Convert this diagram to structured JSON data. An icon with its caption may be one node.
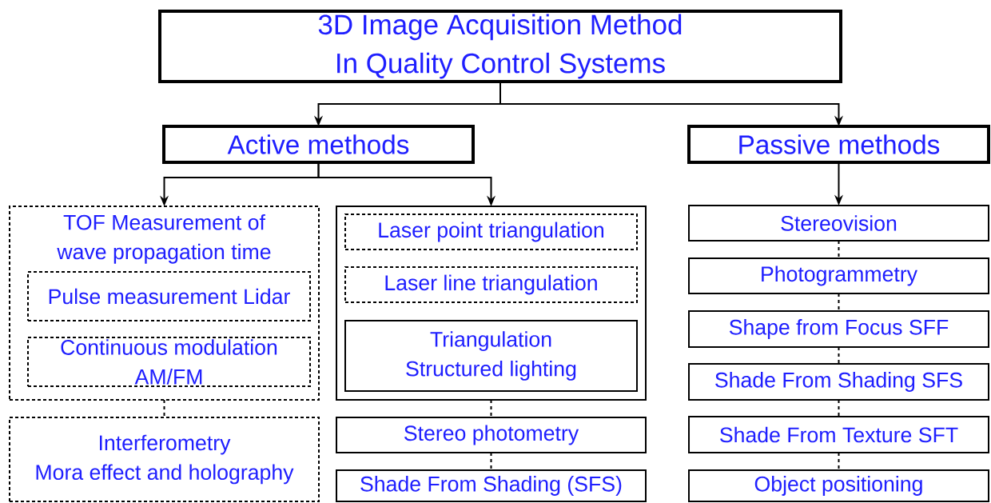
{
  "diagram": {
    "nodes": [
      {
        "text": [
          "3D Image Acquisition Method In Quality Control Systems"
        ]
      },
      {
        "text": [
          "Active methods"
        ]
      },
      {
        "text": [
          "Passive methods"
        ]
      },
      {
        "text": [
          "TOF Measurement of wave propagation time"
        ]
      },
      {
        "text": [
          "Pulse measurement Lidar"
        ],
        "in": 3
      },
      {
        "text": [
          "Continuous modulation AM/FM"
        ],
        "in": 3
      },
      {
        "text": [
          "Interferometry",
          "Mora effect and holography"
        ]
      },
      {
        "text": [],
        "shape": "box"
      },
      {
        "text": [
          "Laser point triangulation"
        ],
        "in": 7
      },
      {
        "text": [
          "Laser line triangulation"
        ],
        "in": 7
      },
      {
        "text": [
          "Triangulation Structured lighting"
        ],
        "in": 7
      },
      {
        "text": [
          "Stereo photometry"
        ]
      },
      {
        "text": [
          "Shade From Shading (SFS)"
        ]
      },
      {
        "text": [
          "Stereovision"
        ]
      },
      {
        "text": [
          "Photogrammetry"
        ]
      },
      {
        "text": [
          "Shape from Focus SFF"
        ]
      },
      {
        "text": [
          "Shade From Shading SFS"
        ]
      },
      {
        "text": [
          "Shade From Texture SFT"
        ]
      },
      {
        "text": [
          "Object positioning"
        ]
      }
    ],
    "edges": [
      {
        "from": 0,
        "to": 1,
        "arrow": "to"
      },
      {
        "from": 0,
        "to": 2,
        "arrow": "to"
      },
      {
        "from": 1,
        "to": 3,
        "arrow": "to"
      },
      {
        "from": 1,
        "to": 7,
        "arrow": "to"
      },
      {
        "from": 2,
        "to": 13,
        "arrow": "to"
      },
      {
        "from": 3,
        "to": 6,
        "arrow": "none",
        "style": "dashed"
      },
      {
        "from": 7,
        "to": 11,
        "arrow": "none",
        "style": "dashed"
      },
      {
        "from": 11,
        "to": 12,
        "arrow": "none",
        "style": "dashed"
      },
      {
        "from": 13,
        "to": 14,
        "arrow": "none",
        "style": "dashed"
      },
      {
        "from": 14,
        "to": 15,
        "arrow": "none",
        "style": "dashed"
      },
      {
        "from": 15,
        "to": 16,
        "arrow": "none",
        "style": "dashed"
      },
      {
        "from": 16,
        "to": 17,
        "arrow": "none",
        "style": "dashed"
      },
      {
        "from": 17,
        "to": 18,
        "arrow": "none",
        "style": "dashed"
      }
    ]
  }
}
